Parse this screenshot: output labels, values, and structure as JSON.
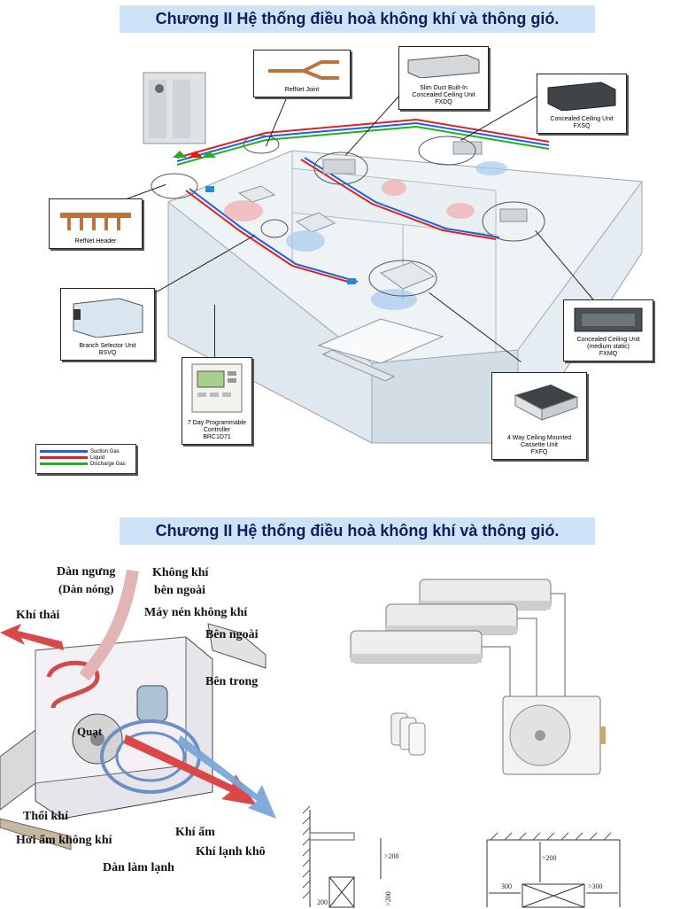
{
  "heading": "Chương II Hệ thống điều hoà không khí và thông gió.",
  "vrv": {
    "callouts": {
      "refnet_joint": "RefNet Joint",
      "fxdq": [
        "Slim Duct Built-In",
        "Concealed Ceiling Unit",
        "FXDQ"
      ],
      "fxsq": [
        "Concealed Ceiling Unit",
        "FXSQ"
      ],
      "refnet_header": "RefNet Header",
      "bsvq": [
        "Branch Selector Unit",
        "BSVQ"
      ],
      "brc": [
        "7 Day Programmable",
        "Controller",
        "BRC1D71"
      ],
      "fxmq": [
        "Concealed Ceiling Unit",
        "(medium static)",
        "FXMQ"
      ],
      "fxfq": [
        "4 Way Ceiling Mounted",
        "Cassette Unit",
        "FXFQ"
      ]
    },
    "legend": [
      {
        "label": "Suction Gas",
        "color": "#1f5fe0"
      },
      {
        "label": "Liquid",
        "color": "#e02020"
      },
      {
        "label": "Discharge Gas",
        "color": "#22b022"
      }
    ]
  },
  "schematic": {
    "labels": {
      "dan_ngung": "Dàn ngưng",
      "dan_nong": "(Dàn nóng)",
      "khong_khi": "Không khí",
      "ben_ngoai_1": "bên ngoài",
      "khi_thai": "Khí thải",
      "may_nen": "Máy nén không khí",
      "ben_ngoai_2": "Bên ngoài",
      "ben_trong": "Bên trong",
      "quat": "Quạt",
      "thoi_khi": "Thổi khí",
      "hoi_am": "Hơi ẩm không khí",
      "khi_am": "Khí ẩm",
      "khi_lanh_kho": "Khí lạnh khô",
      "dan_lam_lanh": "Dàn làm lạnh"
    }
  },
  "dimensions": [
    ">200",
    ">200",
    ">200",
    "300",
    ">300",
    "200"
  ]
}
